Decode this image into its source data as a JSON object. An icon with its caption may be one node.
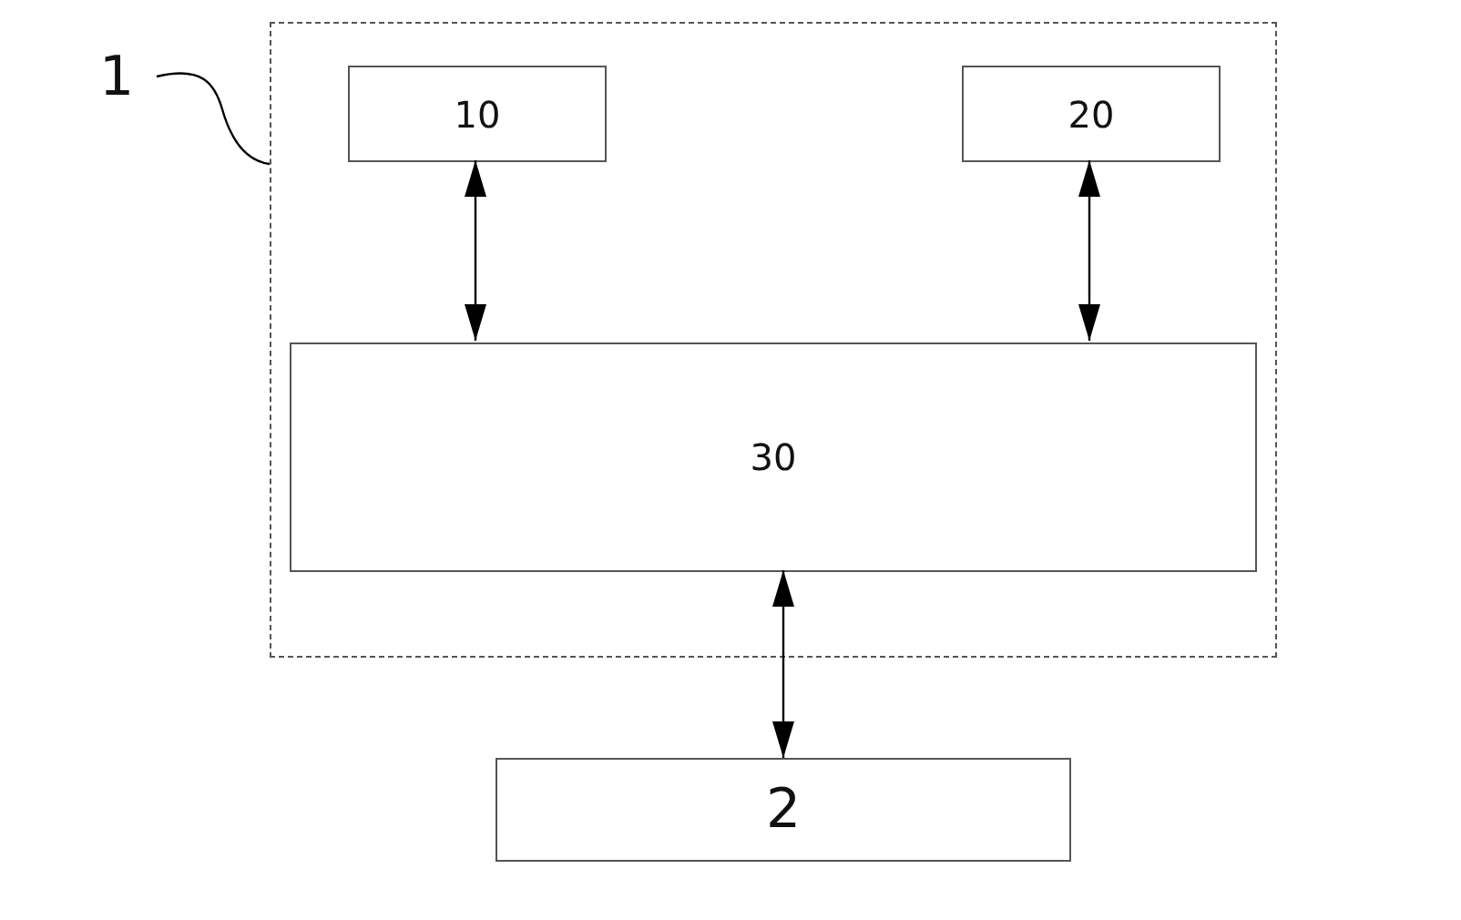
{
  "diagram": {
    "nodes": [
      {
        "text": [
          "1"
        ]
      },
      {
        "text": [],
        "shape": "box"
      },
      {
        "text": [
          "10"
        ],
        "in": 1
      },
      {
        "text": [
          "20"
        ],
        "in": 1
      },
      {
        "text": [
          "30"
        ],
        "in": 1
      },
      {
        "text": [
          "2"
        ]
      }
    ],
    "edges": [
      {
        "from": 0,
        "to": 1,
        "arrow": "none"
      },
      {
        "from": 2,
        "to": 4,
        "arrow": "both"
      },
      {
        "from": 3,
        "to": 4,
        "arrow": "both"
      },
      {
        "from": 4,
        "to": 5,
        "arrow": "both"
      }
    ]
  }
}
